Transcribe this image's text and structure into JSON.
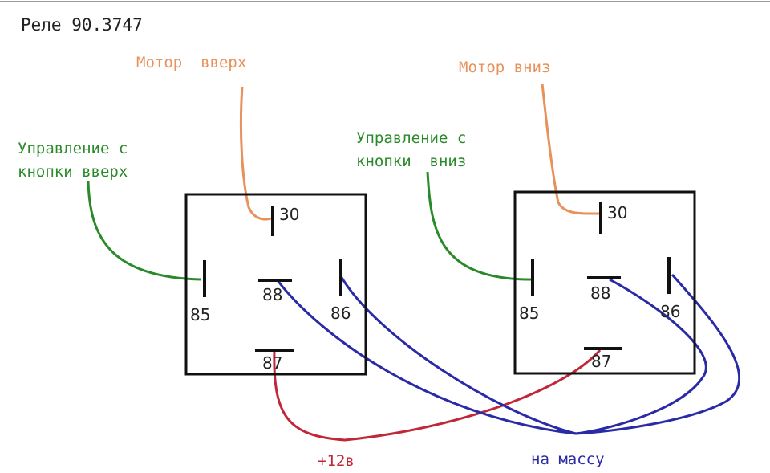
{
  "title": "Реле 90.3747",
  "labels": {
    "motor_up": "Мотор  вверх",
    "motor_down": "Мотор вниз",
    "ctrl_up_1": "Управление с",
    "ctrl_up_2": "кнопки вверх",
    "ctrl_down_1": "Управление с",
    "ctrl_down_2": "кнопки  вниз",
    "plus12": "+12в",
    "ground": "на массу"
  },
  "relays": [
    {
      "pins": {
        "p30": "30",
        "p85": "85",
        "p88": "88",
        "p86": "86",
        "p87": "87"
      }
    },
    {
      "pins": {
        "p30": "30",
        "p85": "85",
        "p88": "88",
        "p86": "86",
        "p87": "87"
      }
    }
  ],
  "colors": {
    "title": "#222222",
    "motor": "#e8915a",
    "control": "#2a8a2a",
    "power": "#c0283a",
    "ground": "#2a2aa6",
    "outline": "#111111"
  }
}
